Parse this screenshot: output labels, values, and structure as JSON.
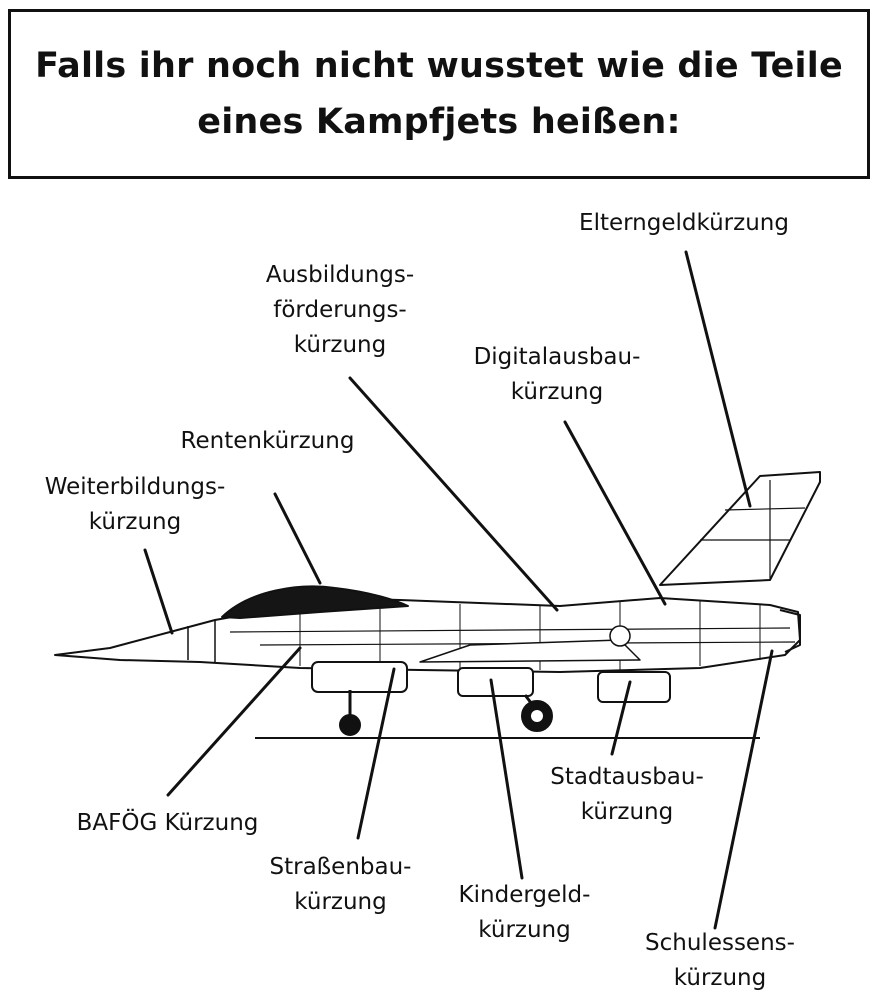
{
  "title": {
    "line1": "Falls ihr noch nicht wusstet wie die Teile",
    "line2": "eines Kampfjets heißen:"
  },
  "labels": {
    "elterngeld": [
      "Elterngeldkürzung"
    ],
    "ausbildung": [
      "Ausbildungs-",
      "förderungs-",
      "kürzung"
    ],
    "digital": [
      "Digitalausbau-",
      "kürzung"
    ],
    "rente": [
      "Rentenkürzung"
    ],
    "weiterbildung": [
      "Weiterbildungs-",
      "kürzung"
    ],
    "bafoeg": [
      "BAFÖG Kürzung"
    ],
    "strassenbau": [
      "Straßenbau-",
      "kürzung"
    ],
    "kindergeld": [
      "Kindergeld-",
      "kürzung"
    ],
    "stadtausbau": [
      "Stadtausbau-",
      "kürzung"
    ],
    "schulessen": [
      "Schulessens-",
      "kürzung"
    ]
  },
  "colors": {
    "ink": "#111111",
    "background": "#ffffff"
  }
}
